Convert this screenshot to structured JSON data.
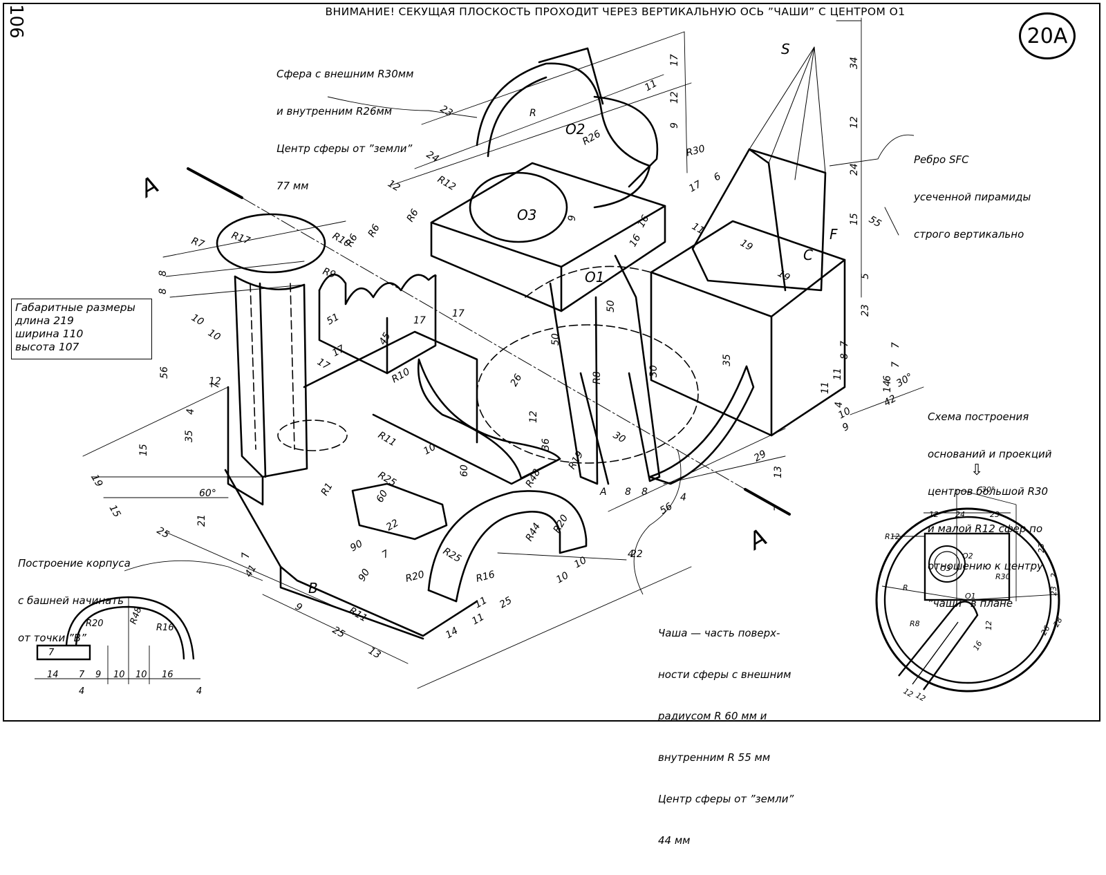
{
  "sheet": {
    "page_number": "106",
    "title": "ВНИМАНИЕ! СЕКУЩАЯ ПЛОСКОСТЬ ПРОХОДИТ ЧЕРЕЗ ВЕРТИКАЛЬНУЮ ОСЬ ”ЧАШИ” С ЦЕНТРОМ О1",
    "variant": "20A"
  },
  "notes": {
    "sphere": [
      "Сфера с внешним R30мм",
      "и внутренним R26мм",
      "Центр сферы от ”земли”",
      "77 мм"
    ],
    "edge": [
      "Ребро SFC",
      "усеченной пирамиды",
      "строго вертикально"
    ],
    "gabarit": [
      "Габаритные размеры",
      "длина 219",
      "ширина 110",
      "высота 107"
    ],
    "scheme": [
      "Схема построения",
      "оснований и проекций",
      "центров большой R30",
      "и малой R12 сфер по",
      "отношению к центру",
      "”чаши” в плане"
    ],
    "arrow_down": "⇩",
    "start": [
      "Построение корпуса",
      "с башней начинать",
      "от точки ”B”"
    ],
    "bowl": [
      "Чаша — часть поверх-",
      "ности сферы с внешним",
      "радиусом R 60 мм и",
      "внутренним R 55 мм",
      "Центр сферы от ”земли”",
      "44 мм"
    ]
  },
  "section": {
    "top_label": "A",
    "bottom_label": "A"
  },
  "point_labels": [
    "S",
    "F",
    "C",
    "B",
    "O2",
    "O3",
    "O1"
  ],
  "dimensions": {
    "main": [
      "17",
      "11",
      "12",
      "9",
      "34",
      "12",
      "24",
      "15",
      "5",
      "23",
      "55",
      "17",
      "6",
      "11",
      "19",
      "19",
      "16",
      "16",
      "9",
      "23",
      "24",
      "12",
      "R12",
      "R",
      "R26",
      "R30",
      "R10",
      "R6",
      "R6",
      "R6",
      "R17",
      "R7",
      "R9",
      "8",
      "8",
      "10",
      "10",
      "56",
      "17",
      "17",
      "45",
      "51",
      "17",
      "17",
      "35",
      "26",
      "50",
      "50",
      "30",
      "R8",
      "30",
      "12",
      "36",
      "R48",
      "R19",
      "R44",
      "R20",
      "R25",
      "R25",
      "R11",
      "R11",
      "R10",
      "R16",
      "R20",
      "R1",
      "10",
      "60",
      "90",
      "90",
      "60",
      "8",
      "8",
      "4",
      "A",
      "29",
      "13",
      "7",
      "56",
      "4",
      "10",
      "10",
      "25",
      "11",
      "14",
      "11",
      "13",
      "25",
      "9",
      "41",
      "7",
      "7",
      "22",
      "21",
      "60°",
      "15",
      "19",
      "15",
      "25",
      "35",
      "4",
      "12",
      "7",
      "7",
      "8",
      "7",
      "7",
      "6",
      "30°",
      "42",
      "10",
      "9",
      "14",
      "11",
      "11",
      "4",
      "22"
    ],
    "bottom_left": [
      "7",
      "R20",
      "R48",
      "R16",
      "14",
      "7",
      "9",
      "10",
      "10",
      "16",
      "4",
      "4"
    ],
    "scheme": [
      "30°",
      "12",
      "24",
      "23",
      "R12",
      "O3",
      "O2",
      "23",
      "R30",
      "R",
      "O1",
      "2",
      "23",
      "R8",
      "12",
      "26",
      "28",
      "16",
      "12",
      "12"
    ]
  }
}
